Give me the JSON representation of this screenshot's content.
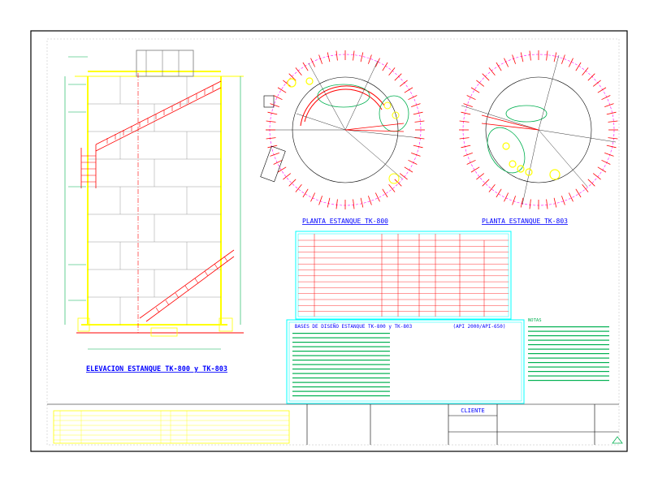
{
  "colors": {
    "background": "#ffffff",
    "frame": "#000000",
    "wall": "#ffff00",
    "stair": "#ff0000",
    "grid": "#000000",
    "plan_circle": "#ff00ff",
    "plan_inner": "#0000ff",
    "annotation": "#00b050",
    "title_text": "#0000ff",
    "table_border": "#00ffff",
    "legend_border": "#00ffff"
  },
  "elevation": {
    "title": "ELEVACION ESTANQUE TK-800 y TK-803"
  },
  "plan_left": {
    "title": "PLANTA ESTANQUE TK-800"
  },
  "plan_right": {
    "title": "PLANTA ESTANQUE TK-803"
  },
  "legend": {
    "title": "BASES DE DISEÑO ESTANQUE TK-800 y TK-803",
    "note": "(API 2000/API-650)"
  },
  "notes": {
    "title": "NOTAS"
  },
  "title_block": {
    "client_label": "CLIENTE"
  }
}
